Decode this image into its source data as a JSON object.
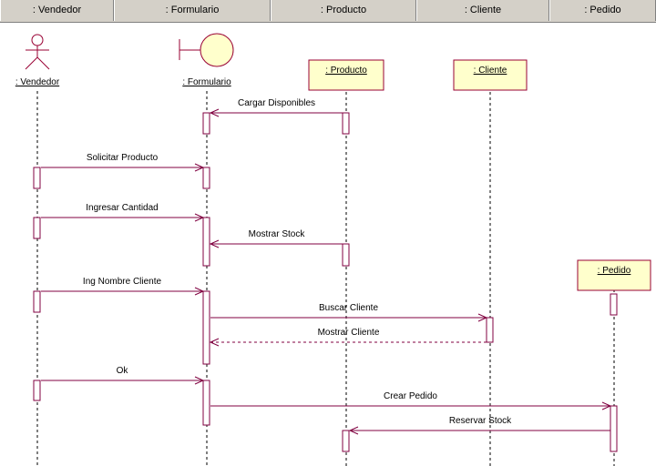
{
  "header": {
    "columns": [
      ": Vendedor",
      ": Formulario",
      ": Producto",
      ": Cliente",
      ": Pedido"
    ]
  },
  "participants": [
    {
      "id": "vendedor",
      "kind": "actor",
      "name": ": Vendedor"
    },
    {
      "id": "formulario",
      "kind": "boundary",
      "name": ": Formulario"
    },
    {
      "id": "producto",
      "kind": "object",
      "name": ": Producto"
    },
    {
      "id": "cliente",
      "kind": "object",
      "name": ": Cliente"
    },
    {
      "id": "pedido",
      "kind": "object",
      "name": ": Pedido"
    }
  ],
  "messages": [
    {
      "from": "producto",
      "to": "formulario",
      "label": "Cargar Disponibles",
      "type": "sync"
    },
    {
      "from": "vendedor",
      "to": "formulario",
      "label": "Solicitar Producto",
      "type": "sync"
    },
    {
      "from": "vendedor",
      "to": "formulario",
      "label": "Ingresar Cantidad",
      "type": "sync"
    },
    {
      "from": "producto",
      "to": "formulario",
      "label": "Mostrar Stock",
      "type": "sync"
    },
    {
      "from": "vendedor",
      "to": "formulario",
      "label": "Ing Nombre Cliente",
      "type": "sync"
    },
    {
      "from": "formulario",
      "to": "cliente",
      "label": "Buscar Cliente",
      "type": "sync"
    },
    {
      "from": "cliente",
      "to": "formulario",
      "label": "Mostrar Cliente",
      "type": "return"
    },
    {
      "from": "vendedor",
      "to": "formulario",
      "label": "Ok",
      "type": "sync"
    },
    {
      "from": "formulario",
      "to": "pedido",
      "label": "Crear Pedido",
      "type": "sync"
    },
    {
      "from": "pedido",
      "to": "producto",
      "label": "Reservar Stock",
      "type": "sync"
    }
  ],
  "colors": {
    "object_fill": "#ffffcc",
    "object_border": "#990033",
    "message_line": "#800040",
    "lifeline": "#000000",
    "activation_fill": "#ffffff",
    "activation_border": "#800040",
    "header_bg": "#d4d0c8"
  }
}
